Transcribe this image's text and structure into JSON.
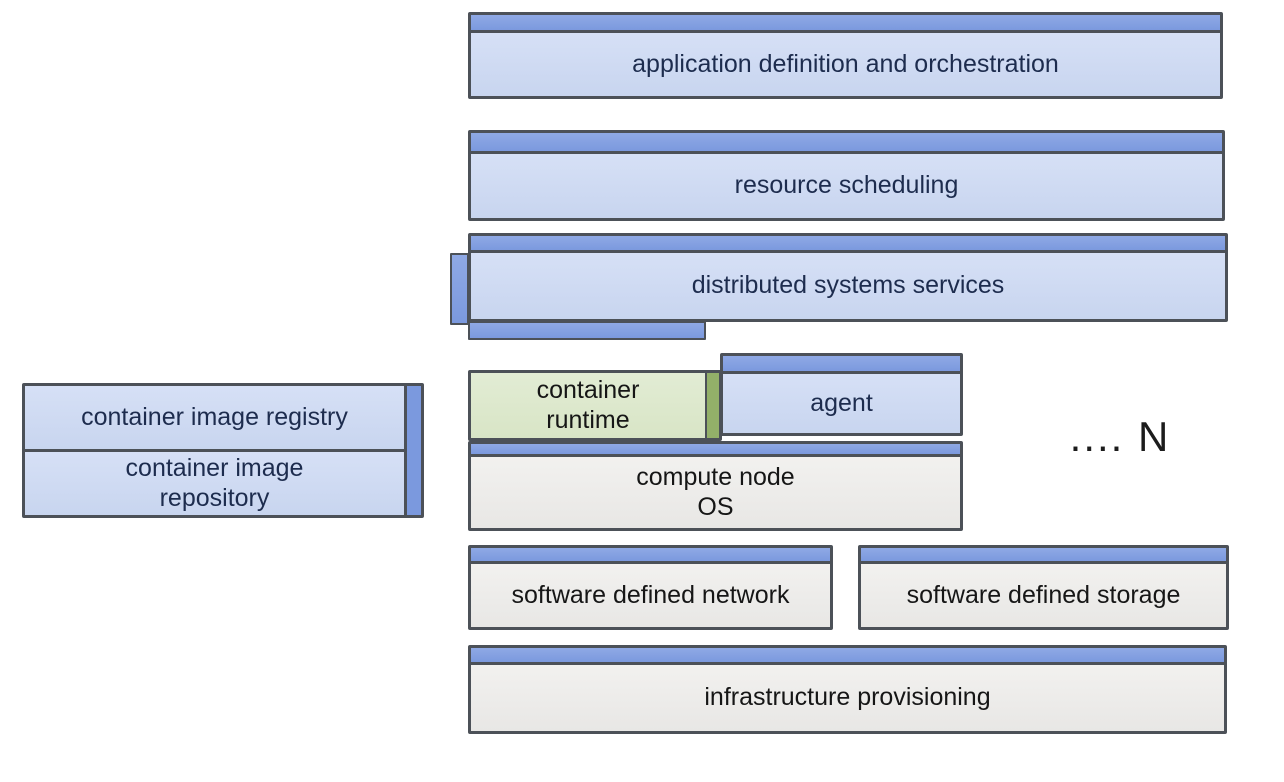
{
  "layers": {
    "application": "application definition and orchestration",
    "resource_scheduling": "resource scheduling",
    "distributed_services": "distributed systems services",
    "container_runtime": "container\nruntime",
    "agent": "agent",
    "compute_node_os": "compute node\nOS",
    "container_image_registry": "container image registry",
    "container_image_repository": "container image\nrepository",
    "node_count": ".... N",
    "software_defined_network": "software defined network",
    "software_defined_storage": "software defined storage",
    "infrastructure_provisioning": "infrastructure provisioning"
  },
  "colors": {
    "header_blue": "#7b99de",
    "body_blue": "#cfdbf2",
    "body_green": "#dde8cc",
    "accent_green": "#93b069",
    "body_gray": "#eeedeb",
    "border": "#4c5158"
  }
}
